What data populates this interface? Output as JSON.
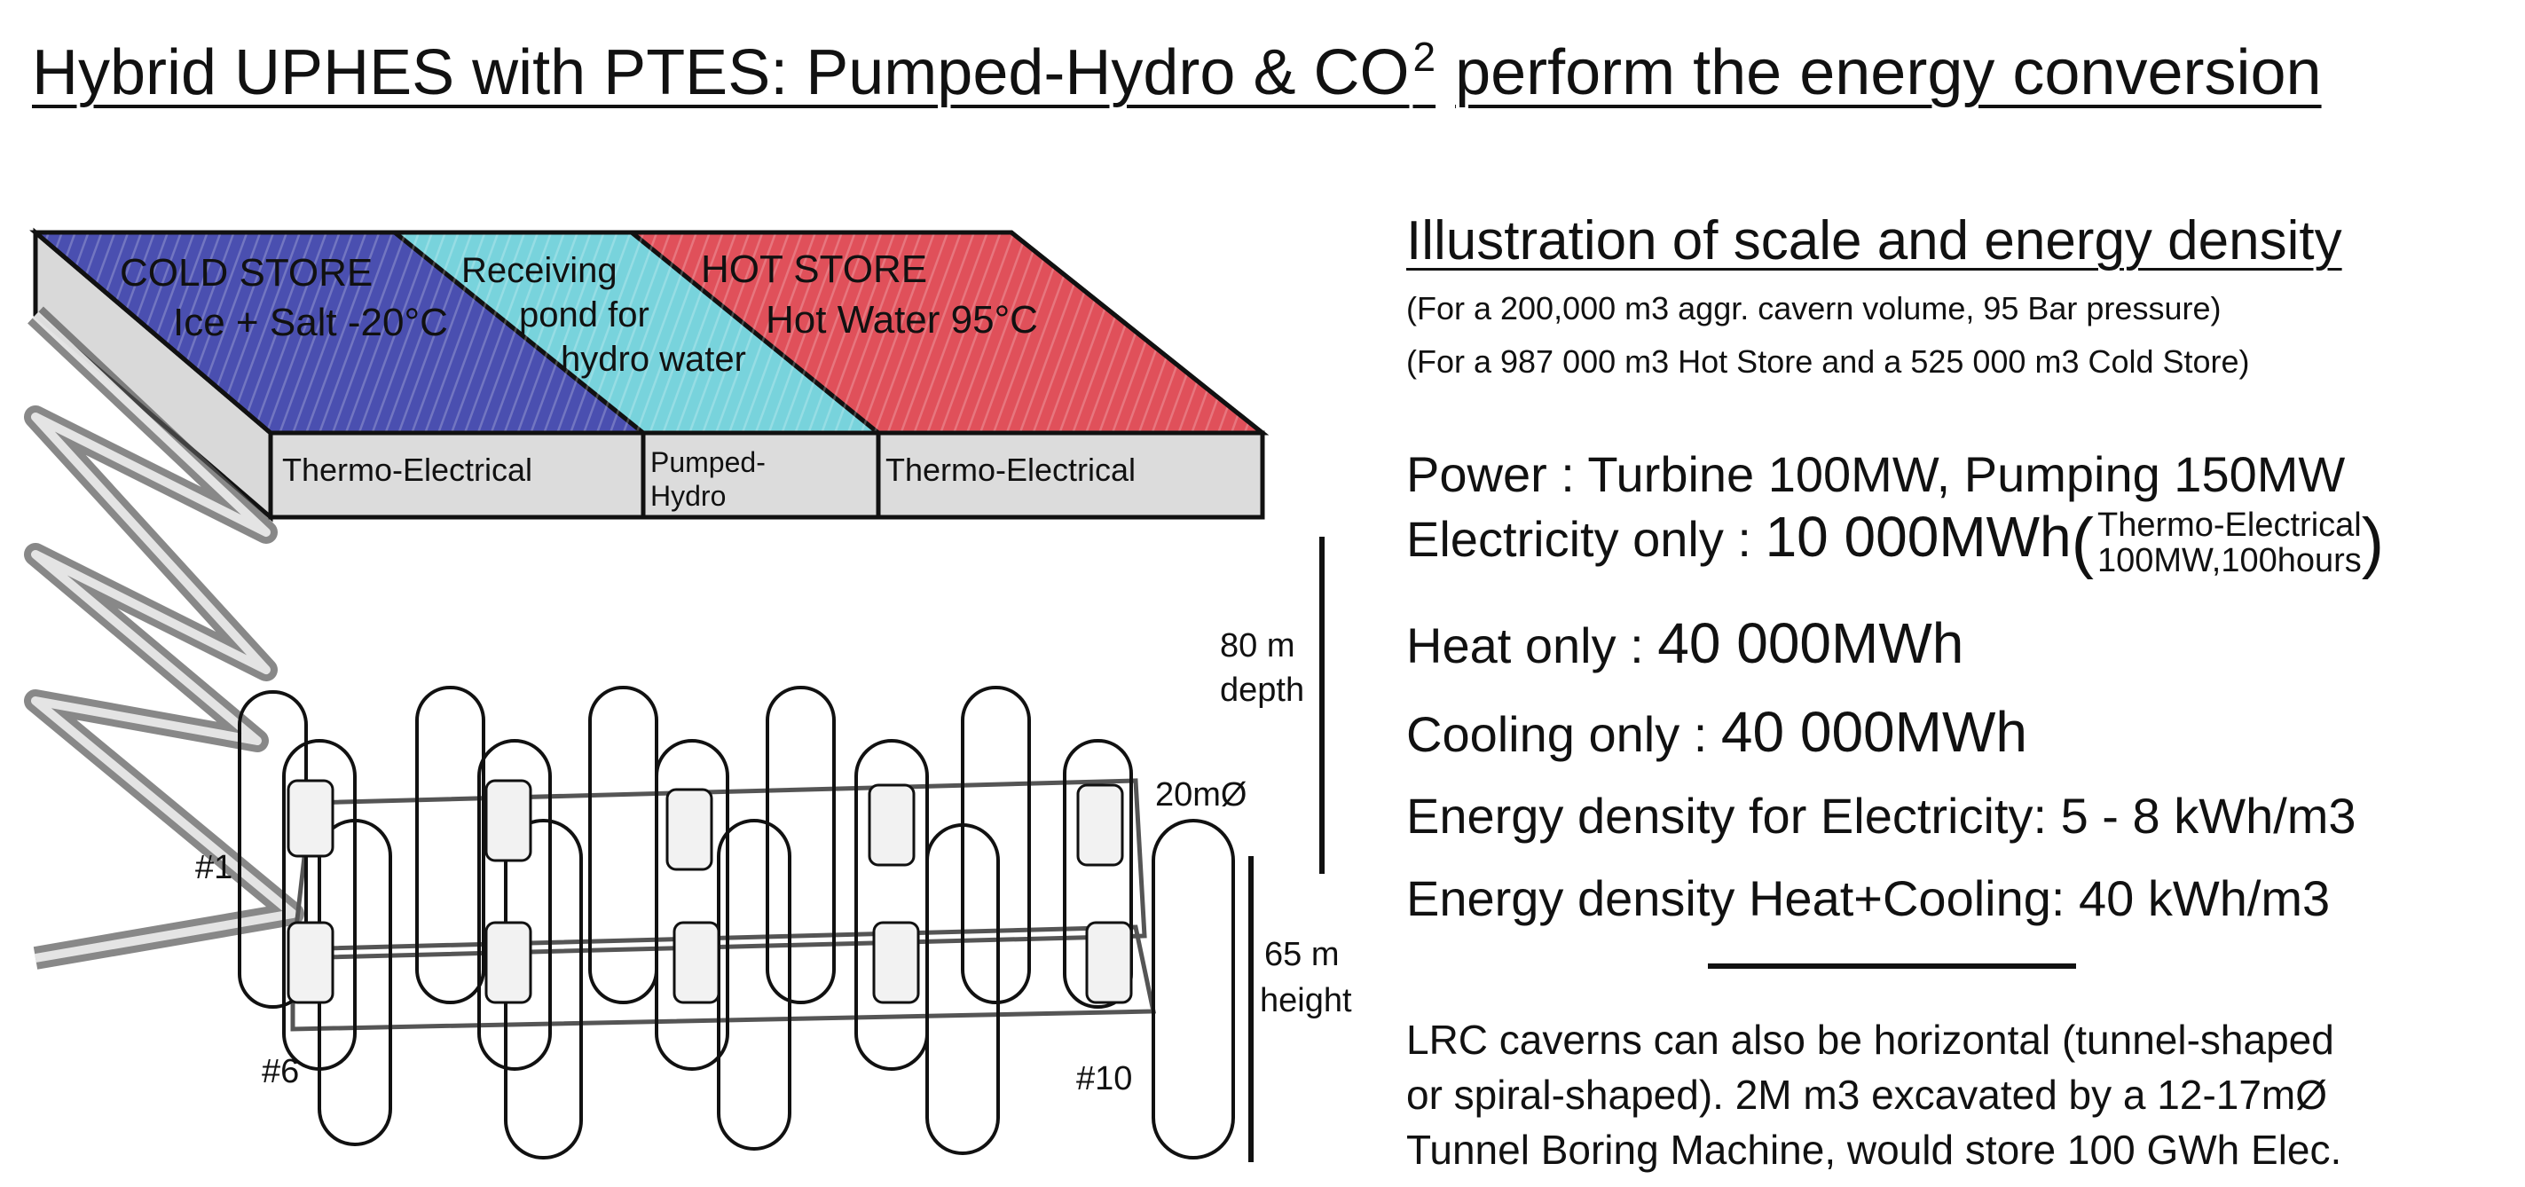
{
  "title": {
    "text": "Hybrid UPHES with PTES: Pumped-Hydro & CO",
    "superscript": "2",
    "suffix": "perform the energy conversion"
  },
  "diagram": {
    "cold_store": {
      "line1": "COLD STORE",
      "line2": "Ice + Salt -20°C",
      "color": "#4a4fb0"
    },
    "receiving_pond": {
      "line1": "Receiving",
      "line2": "pond for",
      "line3": "hydro water",
      "color": "#78d3dc"
    },
    "hot_store": {
      "line1": "HOT STORE",
      "line2": "Hot Water 95°C",
      "color": "#e0505a"
    },
    "side_labels": {
      "left": "Thermo-Electrical",
      "middle_line1": "Pumped-",
      "middle_line2": "Hydro",
      "right": "Thermo-Electrical"
    },
    "depth_label_line1": "80 m",
    "depth_label_line2": "depth",
    "diameter_label": "20mØ",
    "height_label_line1": "65 m",
    "height_label_line2": "height",
    "cavern_labels": [
      "#1",
      "#6",
      "#10"
    ]
  },
  "panel": {
    "subtitle": "Illustration of scale and energy density",
    "note1": "(For a 200,000 m3 aggr. cavern volume, 95 Bar pressure)",
    "note2": "(For a 987 000 m3 Hot Store and a 525 000 m3 Cold Store)",
    "power": "Power : Turbine 100MW, Pumping 150MW",
    "electricity_label": "Electricity only : ",
    "electricity_value": "10 000MWh",
    "electricity_note_top": "Thermo-Electrical",
    "electricity_note_bottom": "100MW,100hours",
    "heat_label": "Heat only : ",
    "heat_value": "40 000MWh",
    "cooling_label": "Cooling only : ",
    "cooling_value": "40 000MWh",
    "density_electricity": "Energy density for Electricity: 5 - 8 kWh/m3",
    "density_heat_cooling": "Energy density Heat+Cooling: 40 kWh/m3",
    "paragraph_line1": "LRC caverns can also be horizontal (tunnel-shaped",
    "paragraph_line2": "or spiral-shaped). 2M m3 excavated by a 12-17mØ",
    "paragraph_line3": "Tunnel Boring Machine, would store 100 GWh Elec."
  }
}
